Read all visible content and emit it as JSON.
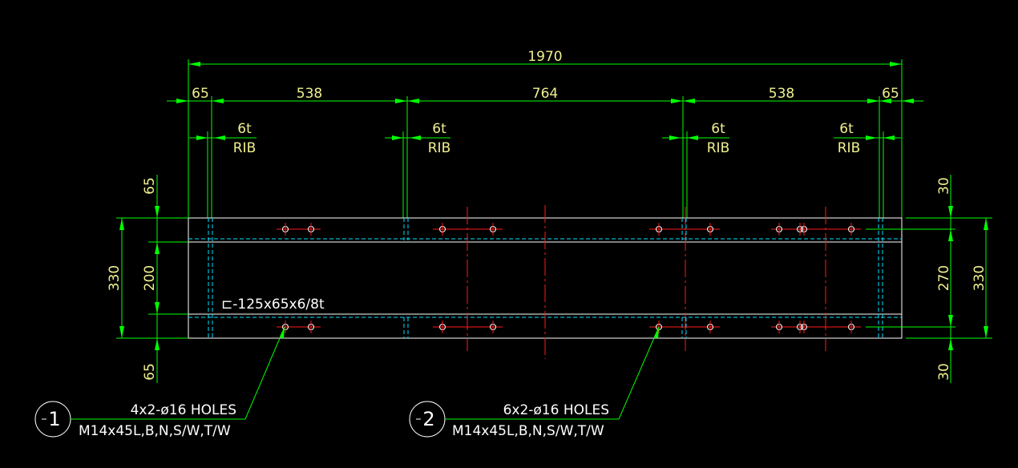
{
  "dims": {
    "overall": "1970",
    "left_end": "65",
    "left_span": "538",
    "center_span": "764",
    "right_span": "538",
    "right_end": "65",
    "left_top": "65",
    "left_web": "200",
    "left_bottom": "65",
    "left_total": "330",
    "right_top": "30",
    "right_mid": "270",
    "right_bottom": "30",
    "right_total": "330"
  },
  "ribs": [
    {
      "thk": "6t",
      "label": "RIB"
    },
    {
      "thk": "6t",
      "label": "RIB"
    },
    {
      "thk": "6t",
      "label": "RIB"
    },
    {
      "thk": "6t",
      "label": "RIB"
    }
  ],
  "section_label": "⊏-125x65x6/8t",
  "callouts": [
    {
      "id": "1",
      "holes": "4x2-ø16 HOLES",
      "bolts": "M14x45L,B,N,S/W,T/W"
    },
    {
      "id": "2",
      "holes": "6x2-ø16 HOLES",
      "bolts": "M14x45L,B,N,S/W,T/W"
    }
  ],
  "colors": {
    "dimension_line": "#00ff00",
    "dimension_text": "#f0f090",
    "outline": "#ffffff",
    "hidden": "#00e0ff",
    "centerline": "#ff1a1a"
  }
}
